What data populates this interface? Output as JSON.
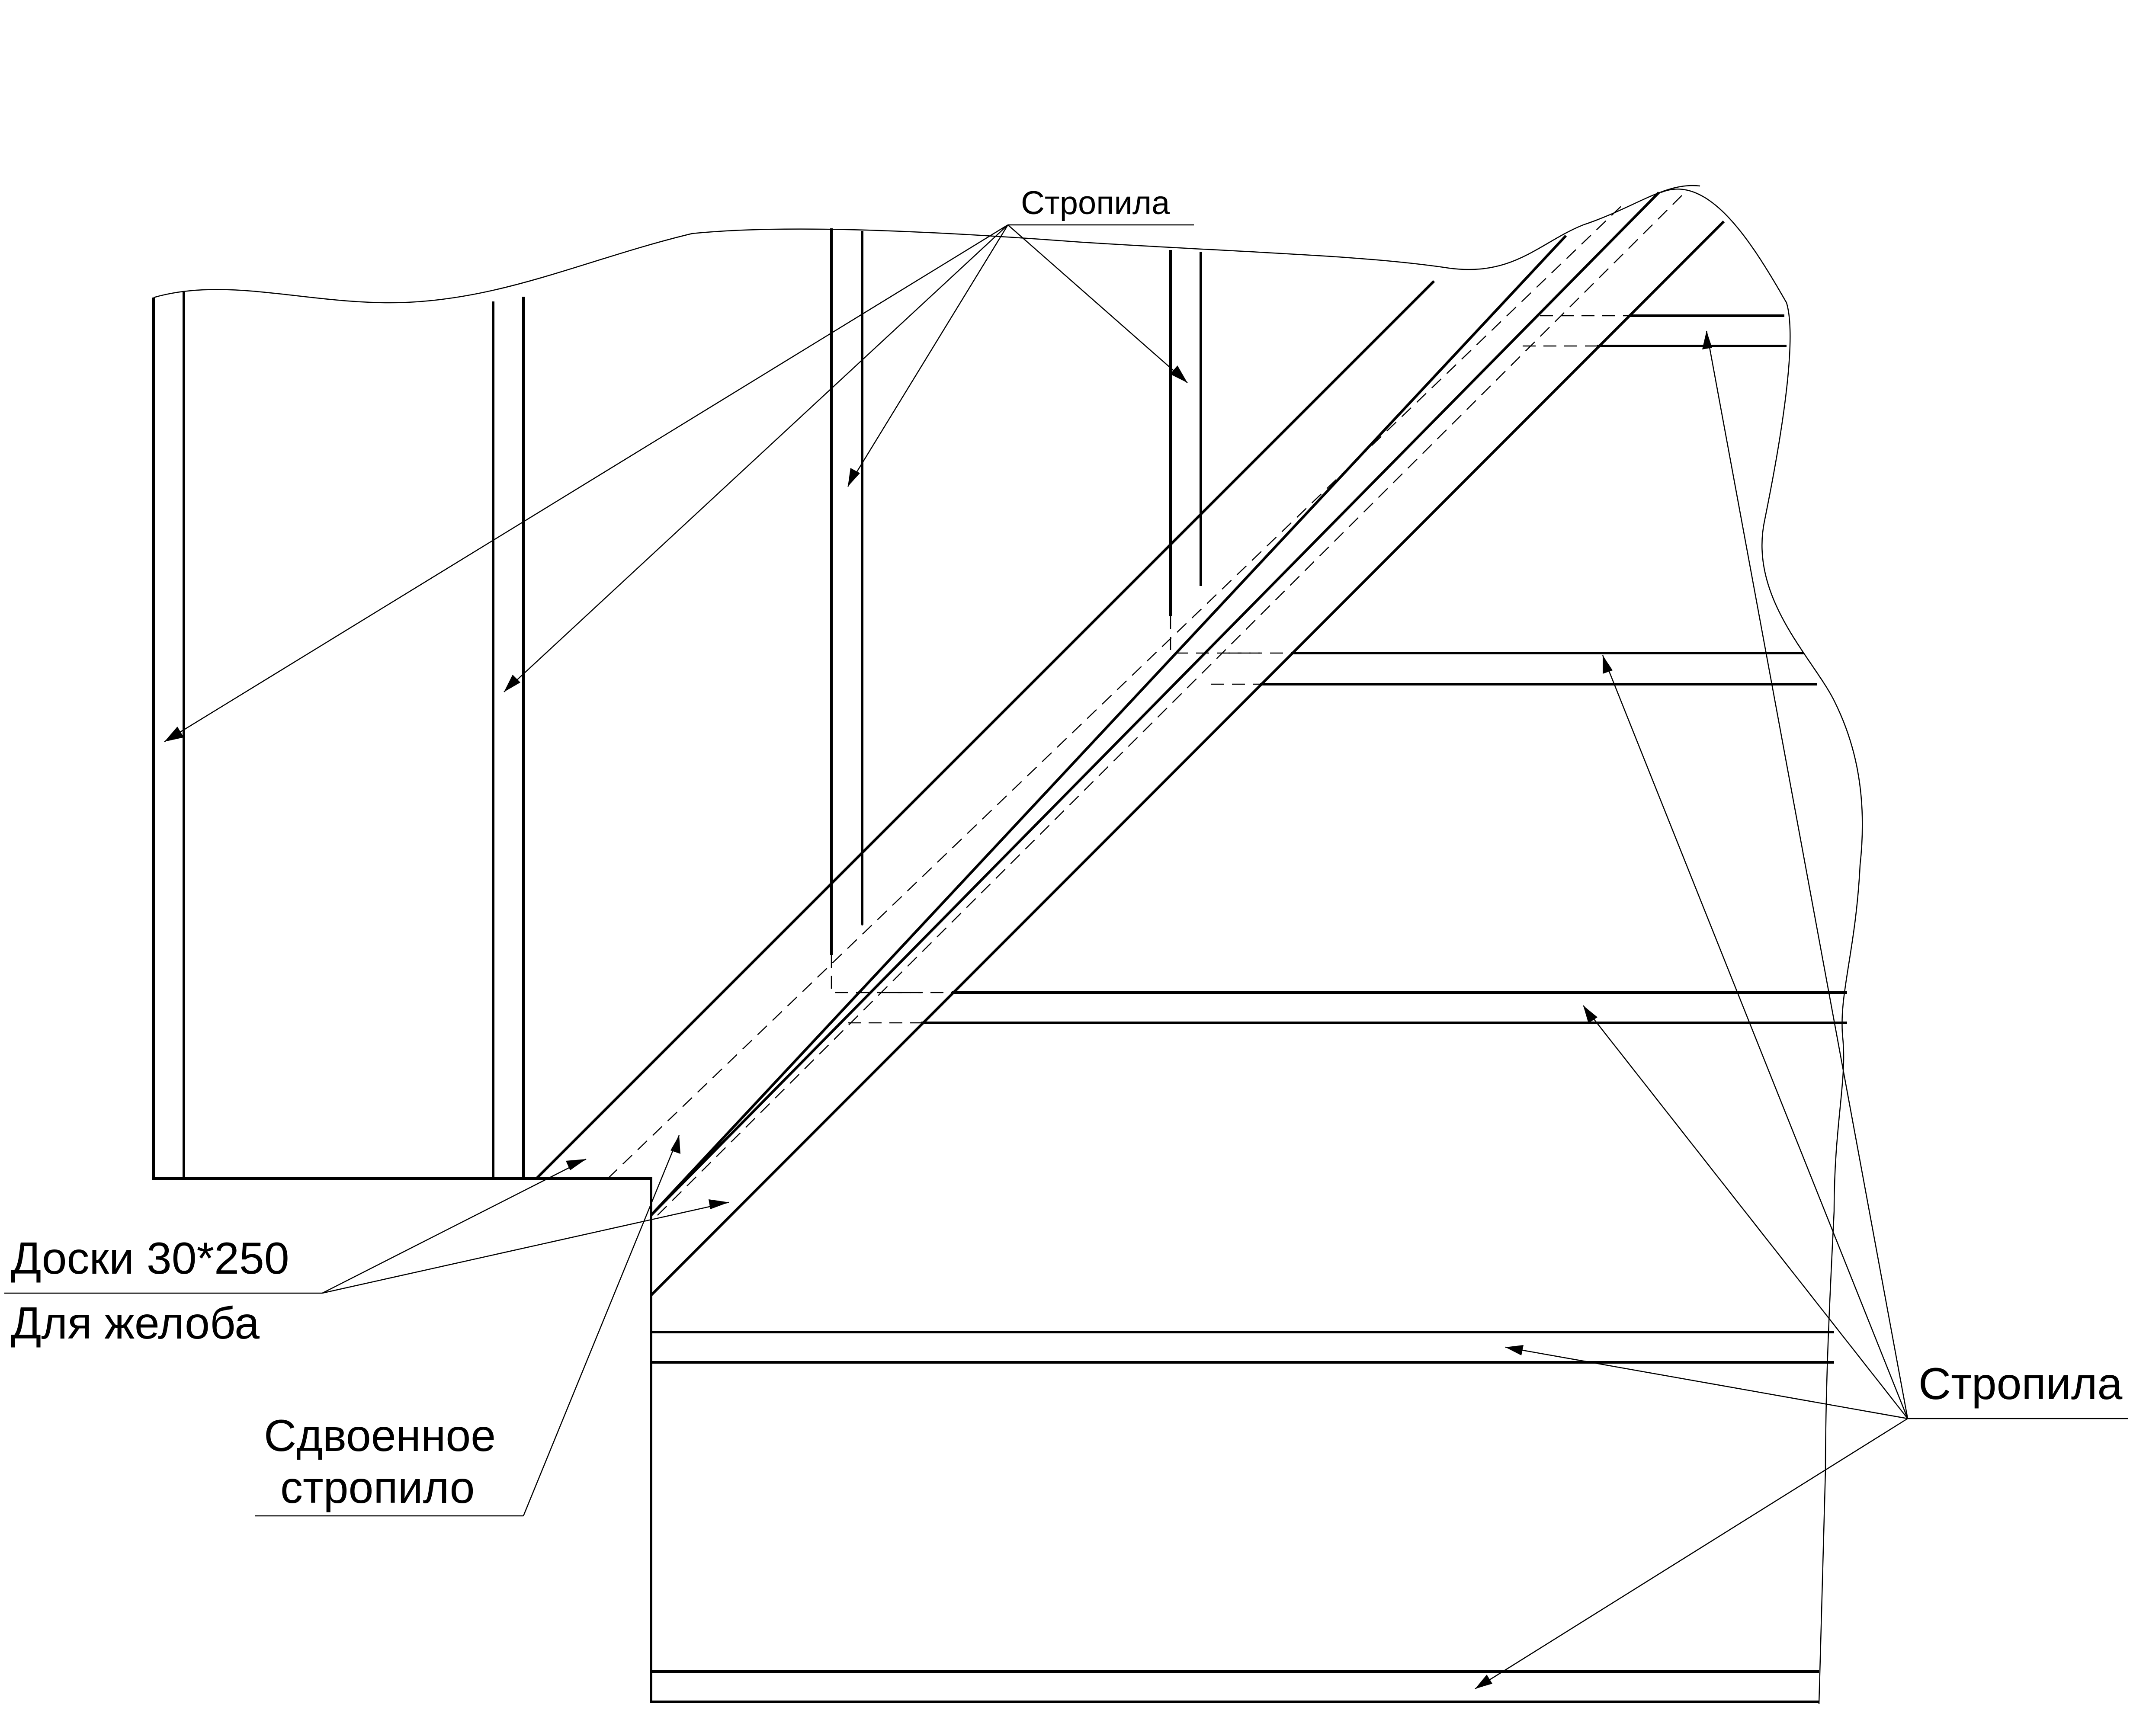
{
  "labels": {
    "rafters_top": "Стропила",
    "rafters_right": "Стропила",
    "boards_line1": "Доски 30*250",
    "boards_line2": "Для желоба",
    "double_rafter_line1": "Сдвоенное",
    "double_rafter_line2": "стропило"
  },
  "colors": {
    "stroke": "#000000",
    "background": "#ffffff"
  }
}
